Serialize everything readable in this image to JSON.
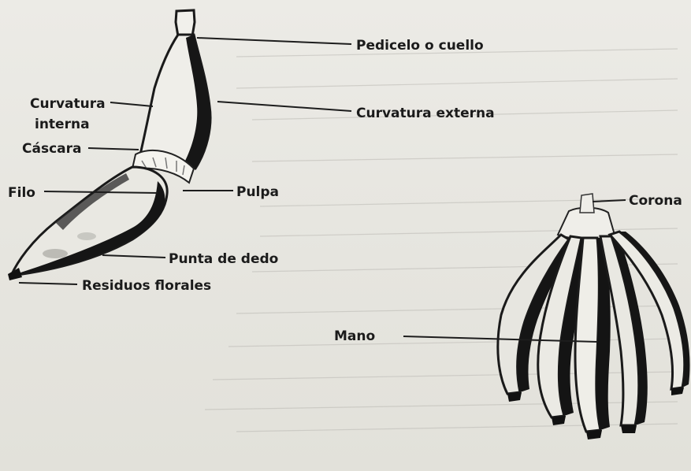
{
  "labels": {
    "pedicelo": "Pedicelo o cuello",
    "curvatura_externa": "Curvatura externa",
    "curvatura_interna_1": "Curvatura",
    "curvatura_interna_2": "interna",
    "cascara": "Cáscara",
    "filo": "Filo",
    "pulpa": "Pulpa",
    "punta": "Punta de dedo",
    "residuos": "Residuos florales",
    "corona": "Corona",
    "mano": "Mano"
  },
  "colors": {
    "ink": "#1b1b1b",
    "paper": "#e9e8e3",
    "bleed_through": "#b9b8b2"
  }
}
